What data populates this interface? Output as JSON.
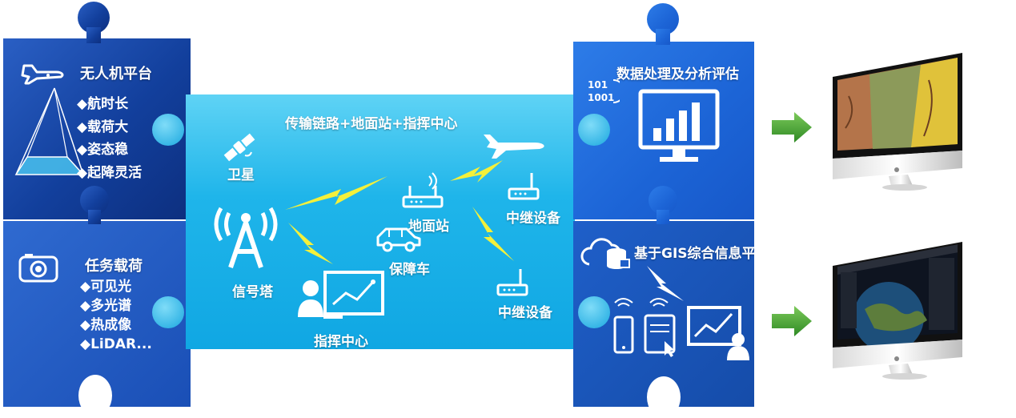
{
  "colors": {
    "dark_piece": "#123f9c",
    "center_piece": "#1fb5ea",
    "right_piece": "#1c64d6",
    "lightning": "#f4f03a",
    "arrow": "#3a9a2e"
  },
  "uav_platform": {
    "title": "无人机平台",
    "features": [
      "◆航时长",
      "◆载荷大",
      "◆姿态稳",
      "◆起降灵活"
    ],
    "icon": "airplane-icon"
  },
  "mission_payload": {
    "title": "任务载荷",
    "features": [
      "◆可见光",
      "◆多光谱",
      "◆热成像",
      "◆LiDAR..."
    ],
    "icon": "camera-icon"
  },
  "transmission": {
    "title": "传输链路+地面站+指挥中心",
    "satellite": "卫星",
    "signal_tower": "信号塔",
    "command_center": "指挥中心",
    "ground_station": "地面站",
    "support_vehicle": "保障车",
    "relay_1": "中继设备",
    "relay_2": "中继设备"
  },
  "data_processing": {
    "title": "数据处理及分析评估",
    "binary_text_1": "101",
    "binary_text_2": "1001"
  },
  "gis_info": {
    "title": "基于GIS综合信息平台"
  }
}
